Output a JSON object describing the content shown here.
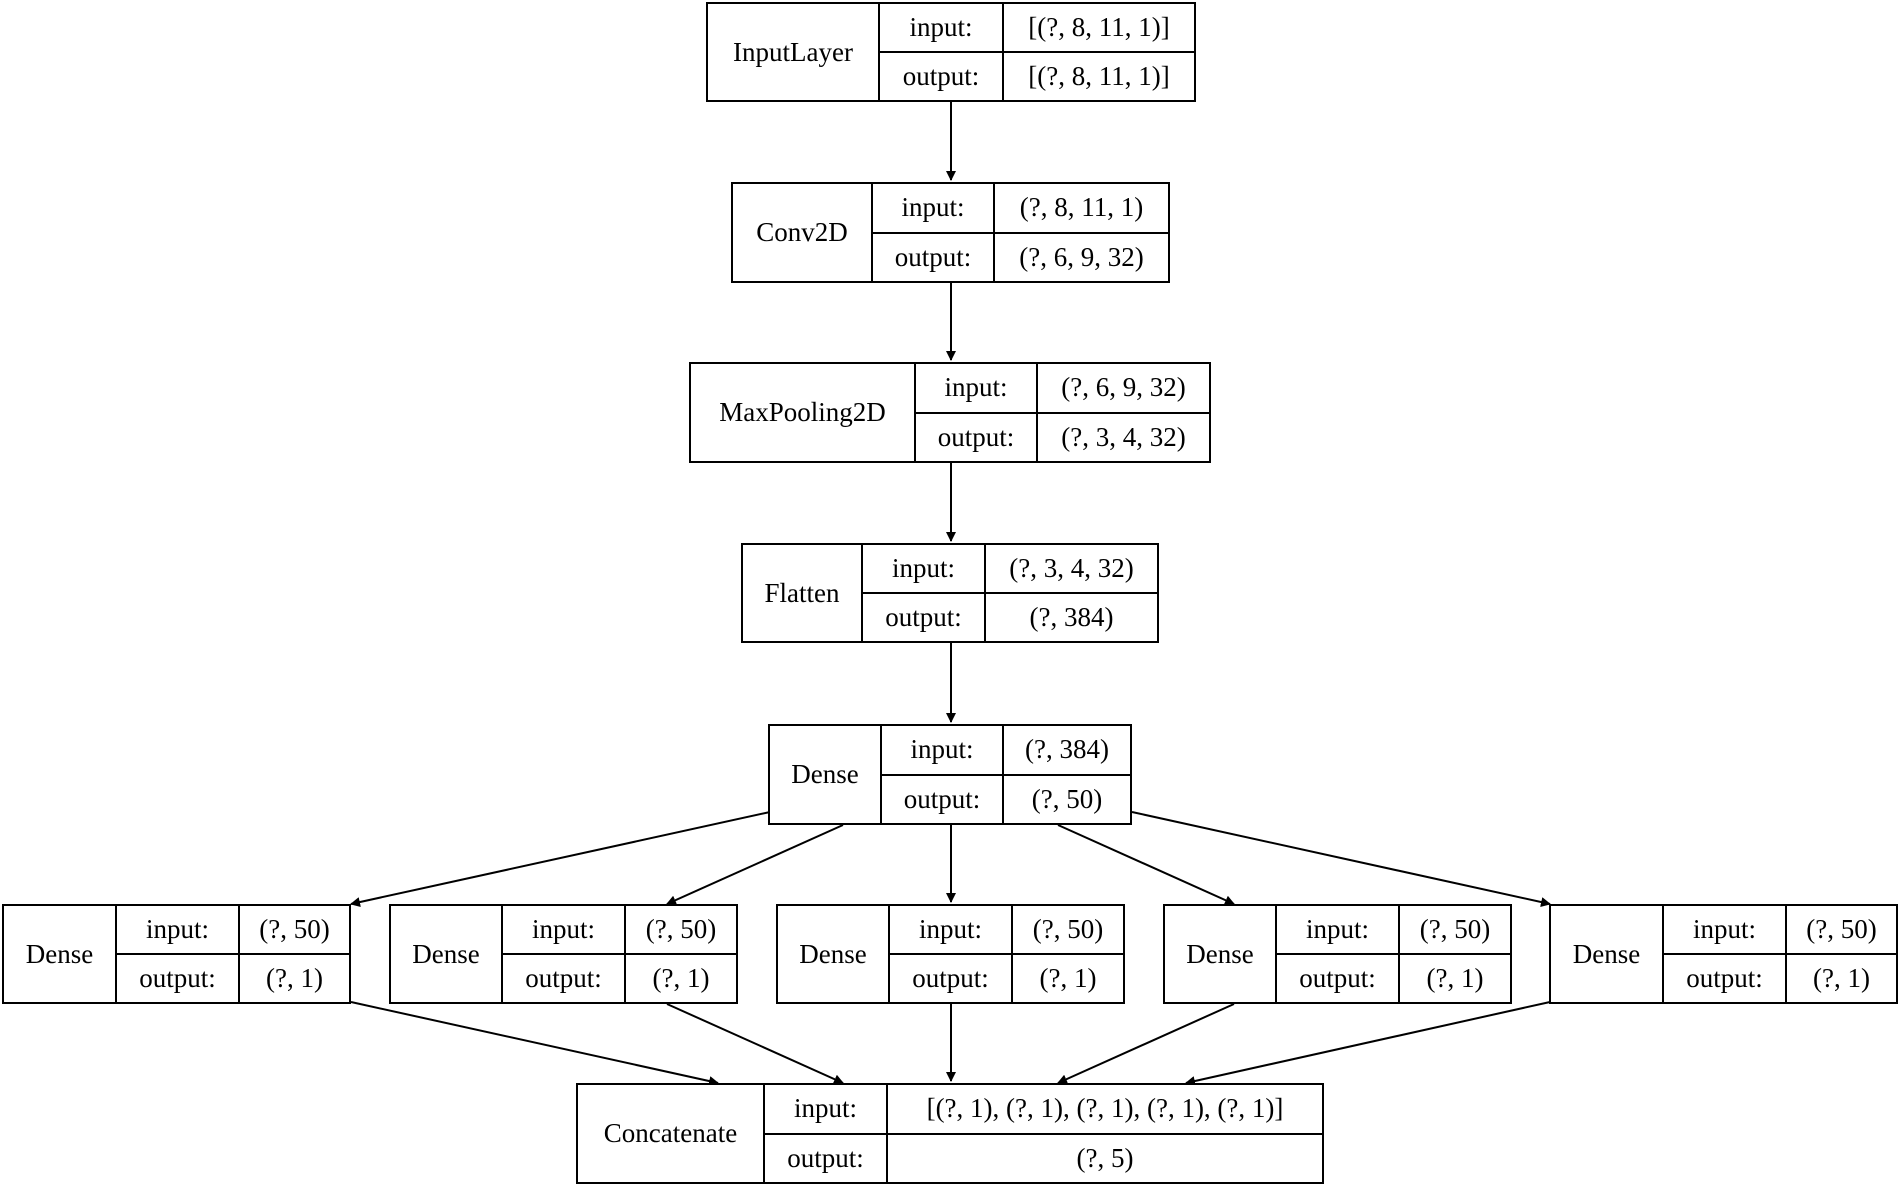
{
  "input_label": "input:",
  "output_label": "output:",
  "layers": [
    {
      "name": "InputLayer",
      "input": "[(?, 8, 11, 1)]",
      "output": "[(?, 8, 11, 1)]"
    },
    {
      "name": "Conv2D",
      "input": "(?, 8, 11, 1)",
      "output": "(?, 6, 9, 32)"
    },
    {
      "name": "MaxPooling2D",
      "input": "(?, 6, 9, 32)",
      "output": "(?, 3, 4, 32)"
    },
    {
      "name": "Flatten",
      "input": "(?, 3, 4, 32)",
      "output": "(?, 384)"
    },
    {
      "name": "Dense",
      "input": "(?, 384)",
      "output": "(?, 50)"
    },
    {
      "name": "Dense",
      "input": "(?, 50)",
      "output": "(?, 1)"
    },
    {
      "name": "Dense",
      "input": "(?, 50)",
      "output": "(?, 1)"
    },
    {
      "name": "Dense",
      "input": "(?, 50)",
      "output": "(?, 1)"
    },
    {
      "name": "Dense",
      "input": "(?, 50)",
      "output": "(?, 1)"
    },
    {
      "name": "Dense",
      "input": "(?, 50)",
      "output": "(?, 1)"
    },
    {
      "name": "Concatenate",
      "input": "[(?, 1), (?, 1), (?, 1), (?, 1), (?, 1)]",
      "output": "(?, 5)"
    }
  ]
}
